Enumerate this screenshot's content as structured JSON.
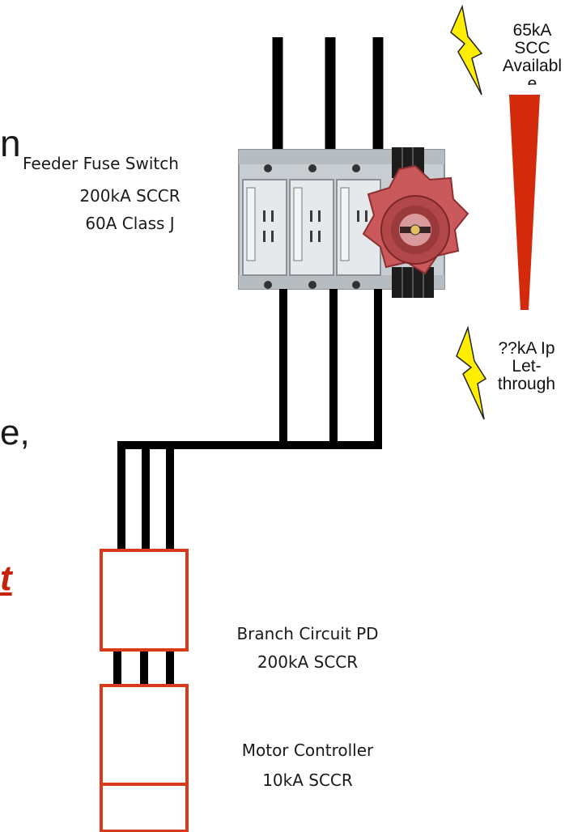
{
  "feeder": {
    "name": "Feeder Fuse Switch",
    "sccr": "200kA SCCR",
    "fuse": "60A Class J"
  },
  "branch": {
    "name": "Branch Circuit PD",
    "sccr": "200kA SCCR"
  },
  "motor": {
    "name": "Motor Controller",
    "sccr": "10kA SCCR"
  },
  "available": {
    "line1": "65kA",
    "line2": "SCC",
    "line3": "Availabl",
    "line4": "e"
  },
  "letthrough": {
    "line1": "??kA Ip",
    "line2": "Let-",
    "line3": "through"
  },
  "fragments": {
    "a": "n",
    "b": "e,",
    "c": "t"
  },
  "colors": {
    "wire": "#000000",
    "box": "#d83a1a",
    "arrow": "#d42a0c",
    "bolt_fill": "#ffee00",
    "knob": "#c9595a",
    "switch_body": "#c8cdd2"
  },
  "icons": {
    "bolt": "lightning-bolt-icon",
    "switch": "fuse-switch-icon"
  }
}
